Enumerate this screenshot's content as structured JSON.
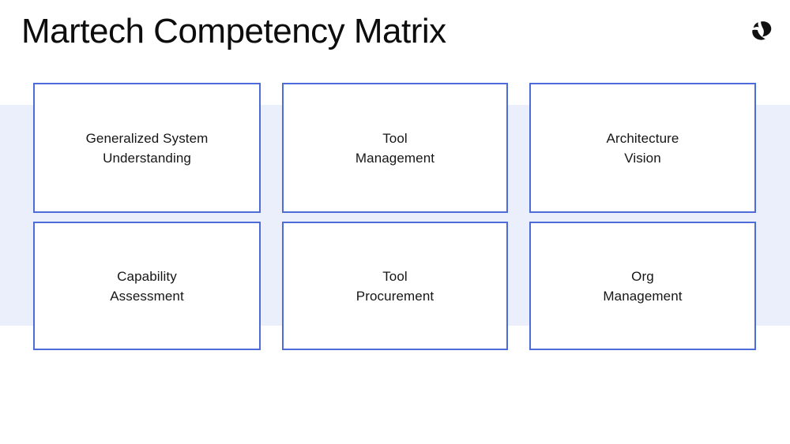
{
  "header": {
    "title": "Martech Competency Matrix",
    "logo_icon": "reforge-brand-mark-icon"
  },
  "matrix": {
    "cells": [
      {
        "lines": [
          "Generalized System",
          "Understanding"
        ]
      },
      {
        "lines": [
          "Tool",
          "Management"
        ]
      },
      {
        "lines": [
          "Architecture",
          "Vision"
        ]
      },
      {
        "lines": [
          "Capability",
          "Assessment"
        ]
      },
      {
        "lines": [
          "Tool",
          "Procurement"
        ]
      },
      {
        "lines": [
          "Org",
          "Management"
        ]
      }
    ]
  },
  "colors": {
    "box_border": "#4d6cd9",
    "band_background": "#ebeefb",
    "title_text": "#0d0d0d",
    "cell_text": "#161616",
    "logo": "#111111"
  }
}
